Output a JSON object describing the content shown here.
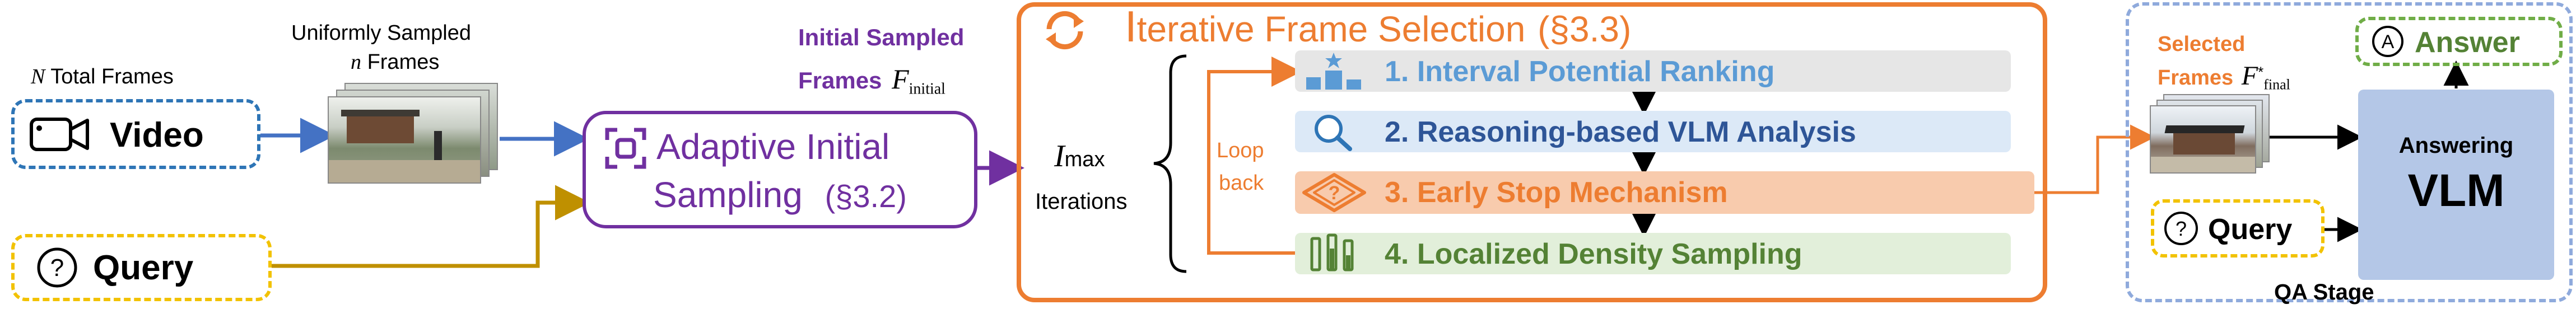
{
  "input": {
    "total_frames_var": "N",
    "total_frames_label": "Total Frames",
    "video_label": "Video",
    "uniform_title_line1": "Uniformly Sampled",
    "uniform_var": "n",
    "uniform_title_line2": "Frames",
    "query_label": "Query"
  },
  "adaptive": {
    "line1": "Adaptive Initial",
    "line2": "Sampling",
    "section": "(§3.2)"
  },
  "initial": {
    "line1": "Initial Sampled",
    "line2": "Frames",
    "symbol": "F",
    "subscript": "initial"
  },
  "iterative": {
    "title_first": "I",
    "title_rest": "terative Frame Selection",
    "section": "(§3.3)",
    "imax_symbol": "I",
    "imax_sub": "max",
    "iterations_label": "Iterations",
    "loop_line1": "Loop",
    "loop_line2": "back",
    "steps": [
      {
        "label": "1. Interval Potential Ranking",
        "icon": "ranking-icon",
        "color": "#5b9bd5",
        "bg": "#e6e6e6"
      },
      {
        "label": "2. Reasoning-based VLM Analysis",
        "icon": "magnifier-icon",
        "color": "#2e5597",
        "bg": "#dce9f7"
      },
      {
        "label": "3. Early Stop Mechanism",
        "icon": "question-diamond-icon",
        "color": "#ed7d31",
        "bg": "#f8cbad"
      },
      {
        "label": "4. Localized Density Sampling",
        "icon": "density-icon",
        "color": "#548235",
        "bg": "#e2efda"
      }
    ]
  },
  "qa": {
    "selected_line1": "Selected",
    "selected_line2": "Frames",
    "symbol": "F",
    "sup": "*",
    "sub": "final",
    "answer_label": "Answer",
    "answering_label": "Answering",
    "vlm_label": "VLM",
    "query_label": "Query",
    "stage_label": "QA Stage"
  },
  "colors": {
    "blue": "#2e75b6",
    "orange": "#ed7d31",
    "purple": "#7030a0",
    "gold": "#c9a000",
    "green": "#548235",
    "answer_green": "#70ad47",
    "qa_border": "#8faadc",
    "vlm_fill": "#b4c7e7"
  }
}
